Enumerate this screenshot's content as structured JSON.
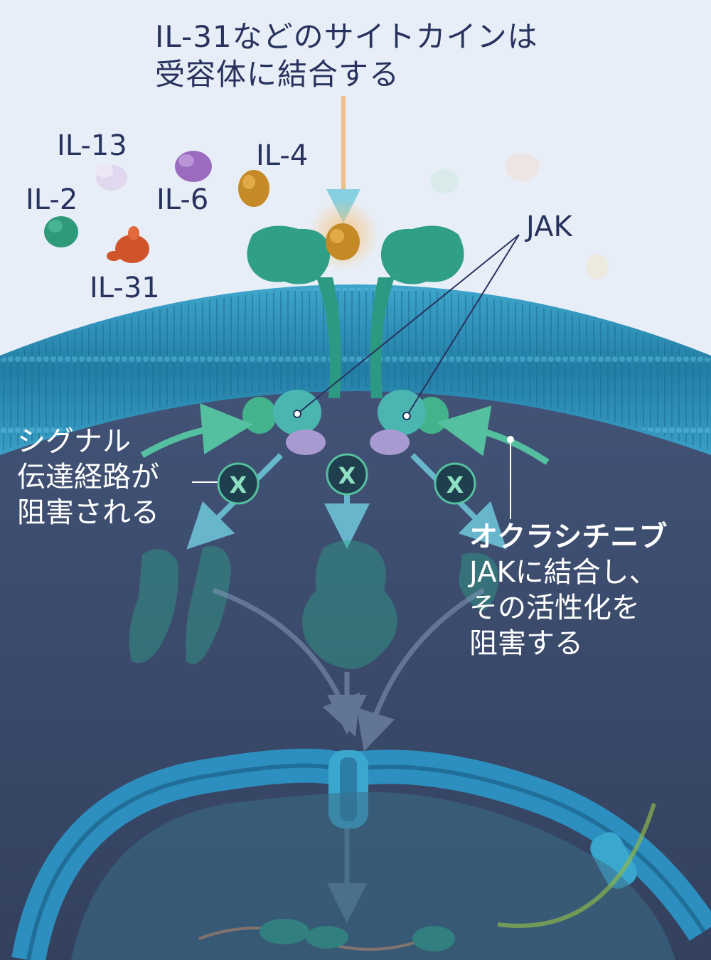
{
  "title": {
    "line1": "IL-31などのサイトカインは",
    "line2": "受容体に結合する"
  },
  "cytokines": {
    "il13": "IL-13",
    "il2": "IL-2",
    "il6": "IL-6",
    "il4": "IL-4",
    "il31": "IL-31"
  },
  "jak_label": "JAK",
  "blocked_pathway": {
    "line1": "シグナル",
    "line2": "伝達経路が",
    "line3": "阻害される"
  },
  "drug": {
    "name": "オクラシチニブ",
    "line1": "JAKに結合し、",
    "line2": "その活性化を",
    "line3": "阻害する"
  },
  "block_marker": "X",
  "colors": {
    "background": "#e8eef7",
    "membrane": "#2f8db3",
    "cytoplasm": "#3a4a6b",
    "receptor": "#2f9f88",
    "jak": "#4bb5b0",
    "il31": "#d0532a",
    "il4": "#c58a26",
    "il6": "#9a6bbf",
    "il2": "#2f9a7a",
    "il13": "#d9cfe8",
    "text_dark": "#27335e",
    "text_light": "#ffffff",
    "arrow": "#6fc9dc",
    "block": "#1f3e4e"
  }
}
